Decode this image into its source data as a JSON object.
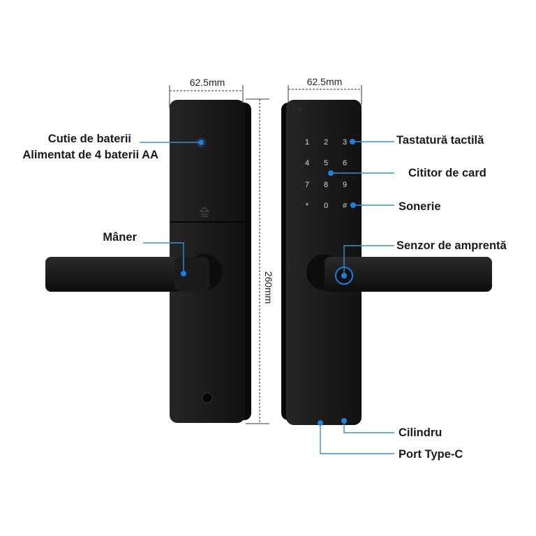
{
  "dimensions": {
    "width_left": "62.5mm",
    "width_right": "62.5mm",
    "height": "260mm"
  },
  "keypad": [
    "1",
    "2",
    "3",
    "4",
    "5",
    "6",
    "7",
    "8",
    "9",
    "*",
    "0",
    "#"
  ],
  "callouts": {
    "battery_box": "Cutie de baterii",
    "battery_note": "Alimentat de 4 baterii AA",
    "handle": "Mâner",
    "touch_keypad": "Tastatură tactilă",
    "card_reader": "Cititor de card",
    "doorbell": "Sonerie",
    "fingerprint": "Senzor de amprentă",
    "cylinder": "Cilindru",
    "usb_port": "Port Type-C"
  },
  "colors": {
    "accent": "#1e7fe0",
    "body": "#151515"
  }
}
